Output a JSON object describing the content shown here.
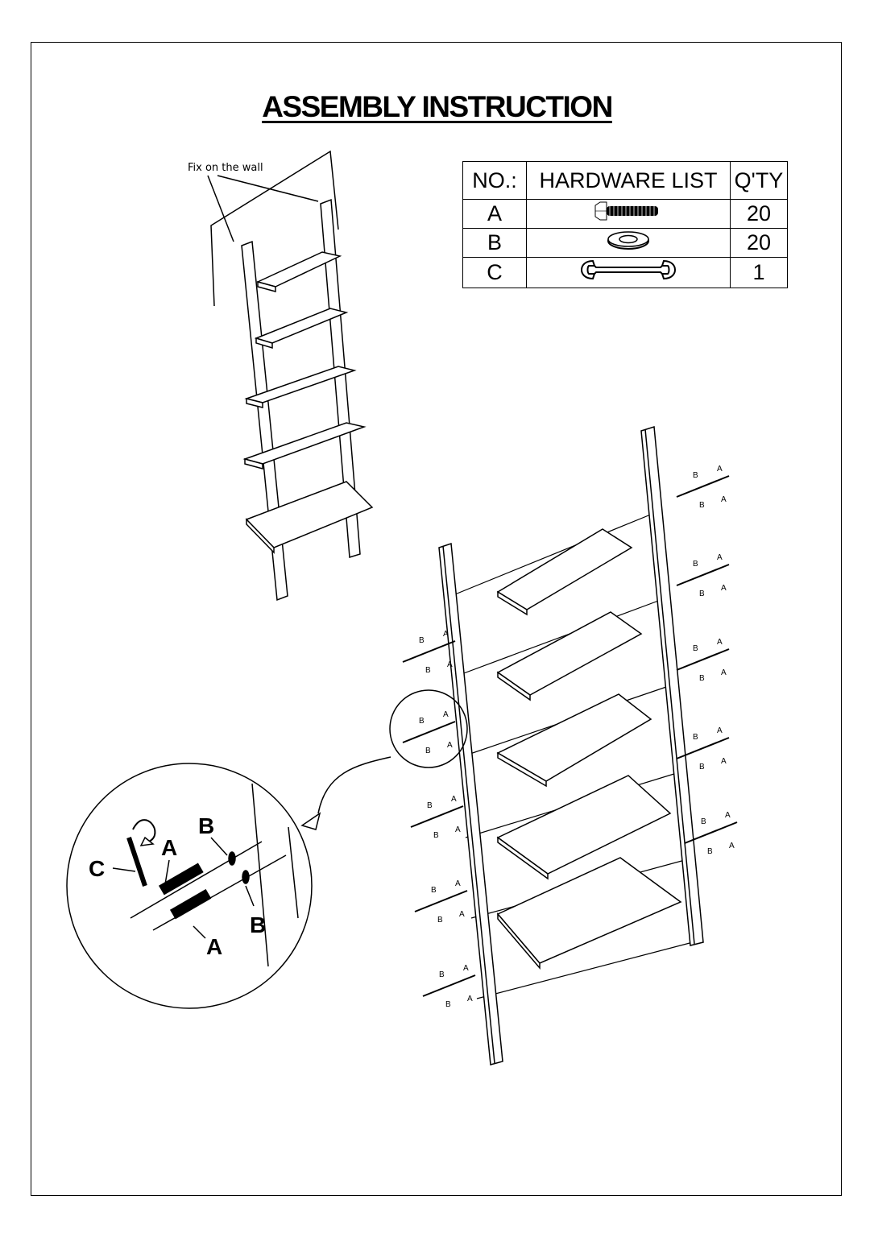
{
  "title": "ASSEMBLY INSTRUCTION",
  "wall_note": "Fix on the wall",
  "hardware_table": {
    "headers": [
      "NO.:",
      "HARDWARE LIST",
      "Q'TY"
    ],
    "rows": [
      {
        "no": "A",
        "icon": "bolt-icon",
        "qty": "20"
      },
      {
        "no": "B",
        "icon": "washer-icon",
        "qty": "20"
      },
      {
        "no": "C",
        "icon": "wrench-icon",
        "qty": "1"
      }
    ]
  },
  "detail_labels": {
    "wrench": "C",
    "bolt_top": "A",
    "washer_top": "B",
    "washer_bottom": "B",
    "bolt_bottom": "A"
  },
  "callout_labels": {
    "bolt": "A",
    "washer": "B"
  }
}
